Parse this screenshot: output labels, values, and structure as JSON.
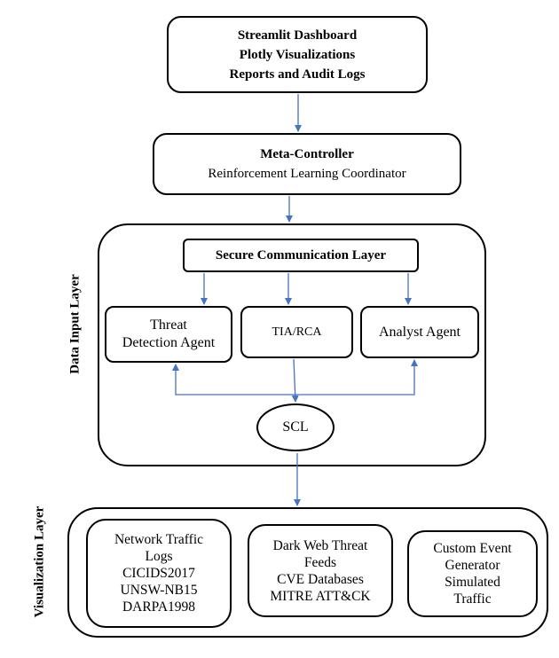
{
  "top_box": {
    "lines": [
      "Streamlit Dashboard",
      "Plotly Visualizations",
      "Reports and Audit Logs"
    ]
  },
  "meta_controller": {
    "title": "Meta-Controller",
    "subtitle": "Reinforcement Learning Coordinator"
  },
  "data_input_layer": {
    "label": "Data Input Layer",
    "secure_comm": "Secure Communication Layer",
    "agents": {
      "threat_detection": [
        "Threat",
        "Detection Agent"
      ],
      "tia_rca": "TIA/RCA",
      "analyst": "Analyst Agent"
    },
    "scl": "SCL"
  },
  "visualization_layer": {
    "label": "Visualization Layer",
    "sources": {
      "network_traffic": [
        "Network Traffic",
        "Logs",
        "CICIDS2017",
        "UNSW-NB15",
        "DARPA1998"
      ],
      "dark_web": [
        "Dark Web Threat",
        "Feeds",
        "CVE Databases",
        "MITRE ATT&CK"
      ],
      "custom_event": [
        "Custom Event",
        "Generator",
        "Simulated",
        "Traffic"
      ]
    }
  },
  "colors": {
    "arrow": "#4472C4",
    "border": "#000000"
  }
}
